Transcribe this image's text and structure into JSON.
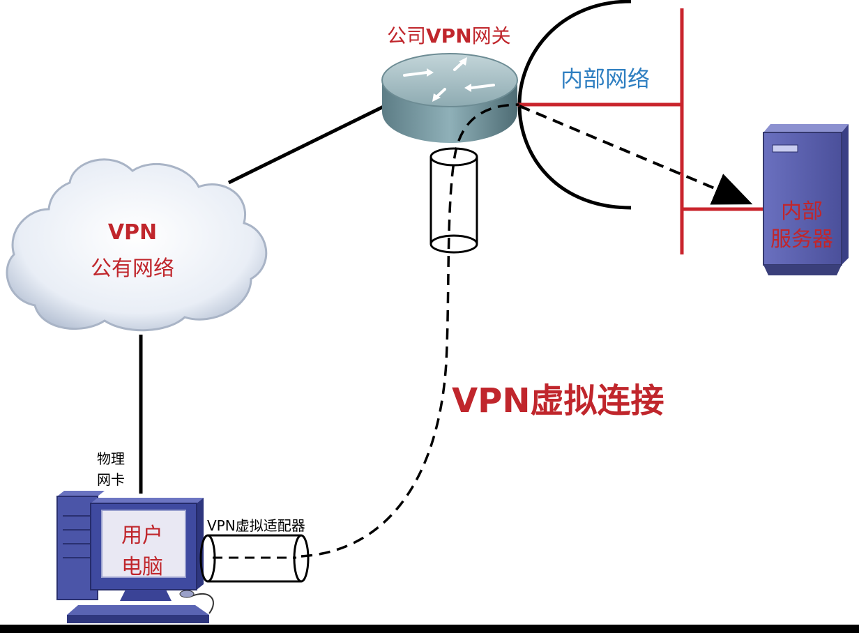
{
  "colors": {
    "accent_red": "#c0262c",
    "accent_blue": "#2f7fc1",
    "line": "#000000",
    "network_bar": "#c9242c",
    "server_fill": "#5a5fae",
    "monitor_fill": "#3f4aa0",
    "cloud_fill": "#eef2f8"
  },
  "icons": {
    "cloud": "cloud-icon",
    "router": "router-icon",
    "server": "server-icon",
    "computer": "desktop-computer-icon"
  },
  "cloud": {
    "line1": "VPN",
    "line2": "公有网络"
  },
  "gateway": {
    "prefix": "公司",
    "bold": "VPN",
    "suffix": "网关"
  },
  "internal_network": {
    "label": "内部网络"
  },
  "server": {
    "line1": "内部",
    "line2": "服务器"
  },
  "virtual_connection": {
    "label": "VPN虚拟连接"
  },
  "nic": {
    "line1": "物理",
    "line2": "网卡"
  },
  "adapter": {
    "label": "VPN虚拟适配器"
  },
  "user_pc": {
    "line1": "用户",
    "line2": "电脑"
  }
}
